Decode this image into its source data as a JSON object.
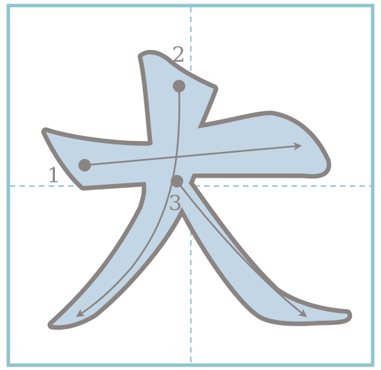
{
  "colors": {
    "frame": "#8fc4cf",
    "guide": "#8fc4cf",
    "glyph_fill": "#c3d6e5",
    "glyph_outline": "#8a8483",
    "stroke_path": "#8a8483",
    "number": "#8a8483"
  },
  "stroke_order": [
    {
      "number": "1",
      "direction": "left-to-right"
    },
    {
      "number": "2",
      "direction": "top-down-curving-left"
    },
    {
      "number": "3",
      "direction": "down-right"
    }
  ]
}
